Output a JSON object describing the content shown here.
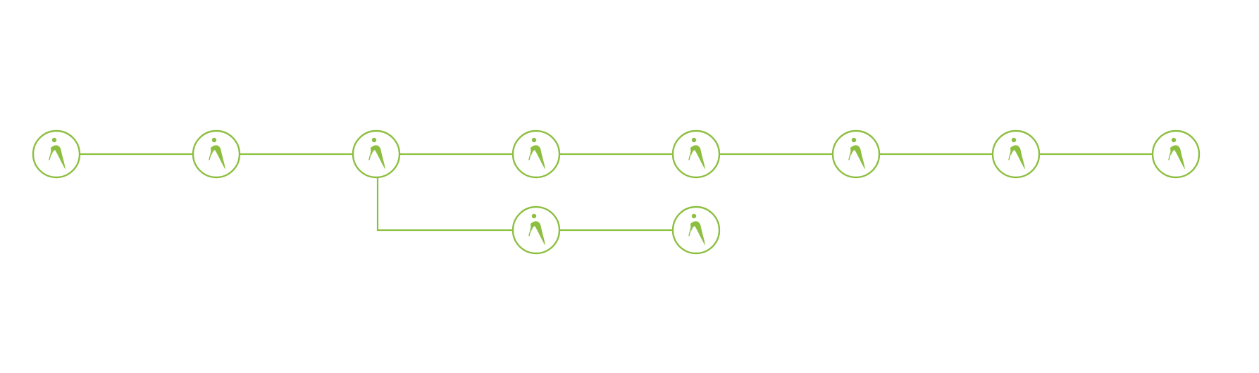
{
  "diagram": {
    "type": "person-flow",
    "accent_color": "#8cbf3f",
    "node_icon": "person-icon",
    "nodes": [
      {
        "id": "n1",
        "icon": "person-icon"
      },
      {
        "id": "n2",
        "icon": "person-icon"
      },
      {
        "id": "n3",
        "icon": "person-icon"
      },
      {
        "id": "n4",
        "icon": "person-icon"
      },
      {
        "id": "n5",
        "icon": "person-icon"
      },
      {
        "id": "n6",
        "icon": "person-icon"
      },
      {
        "id": "n7",
        "icon": "person-icon"
      },
      {
        "id": "n8",
        "icon": "person-icon"
      },
      {
        "id": "b1",
        "icon": "person-icon"
      },
      {
        "id": "b2",
        "icon": "person-icon"
      }
    ],
    "edges": [
      {
        "from": "n1",
        "to": "n2"
      },
      {
        "from": "n2",
        "to": "n3"
      },
      {
        "from": "n3",
        "to": "n4"
      },
      {
        "from": "n4",
        "to": "n5"
      },
      {
        "from": "n5",
        "to": "n6"
      },
      {
        "from": "n6",
        "to": "n7"
      },
      {
        "from": "n7",
        "to": "n8"
      },
      {
        "from": "n3",
        "to": "b1"
      },
      {
        "from": "b1",
        "to": "b2"
      }
    ]
  }
}
